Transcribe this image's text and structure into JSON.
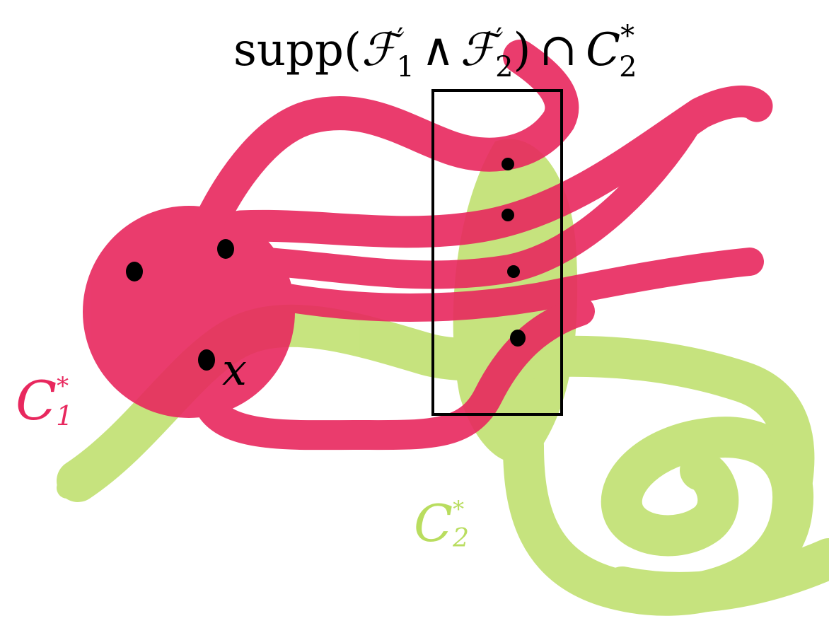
{
  "title": {
    "prefix": "supp(",
    "f": "ℱ",
    "sub1": "1",
    "sub2": "2",
    "prime": "′",
    "wedge": "∧",
    "rparen": ")",
    "cap": "∩",
    "c": "C",
    "star": "*"
  },
  "labels": {
    "c1": {
      "letter": "C",
      "sub": "1",
      "star": "*"
    },
    "c2": {
      "letter": "C",
      "sub": "2",
      "star": "*"
    },
    "x": "x"
  },
  "colors": {
    "red": "#e8285e",
    "green": "#b9dd5f",
    "black": "#000000"
  }
}
